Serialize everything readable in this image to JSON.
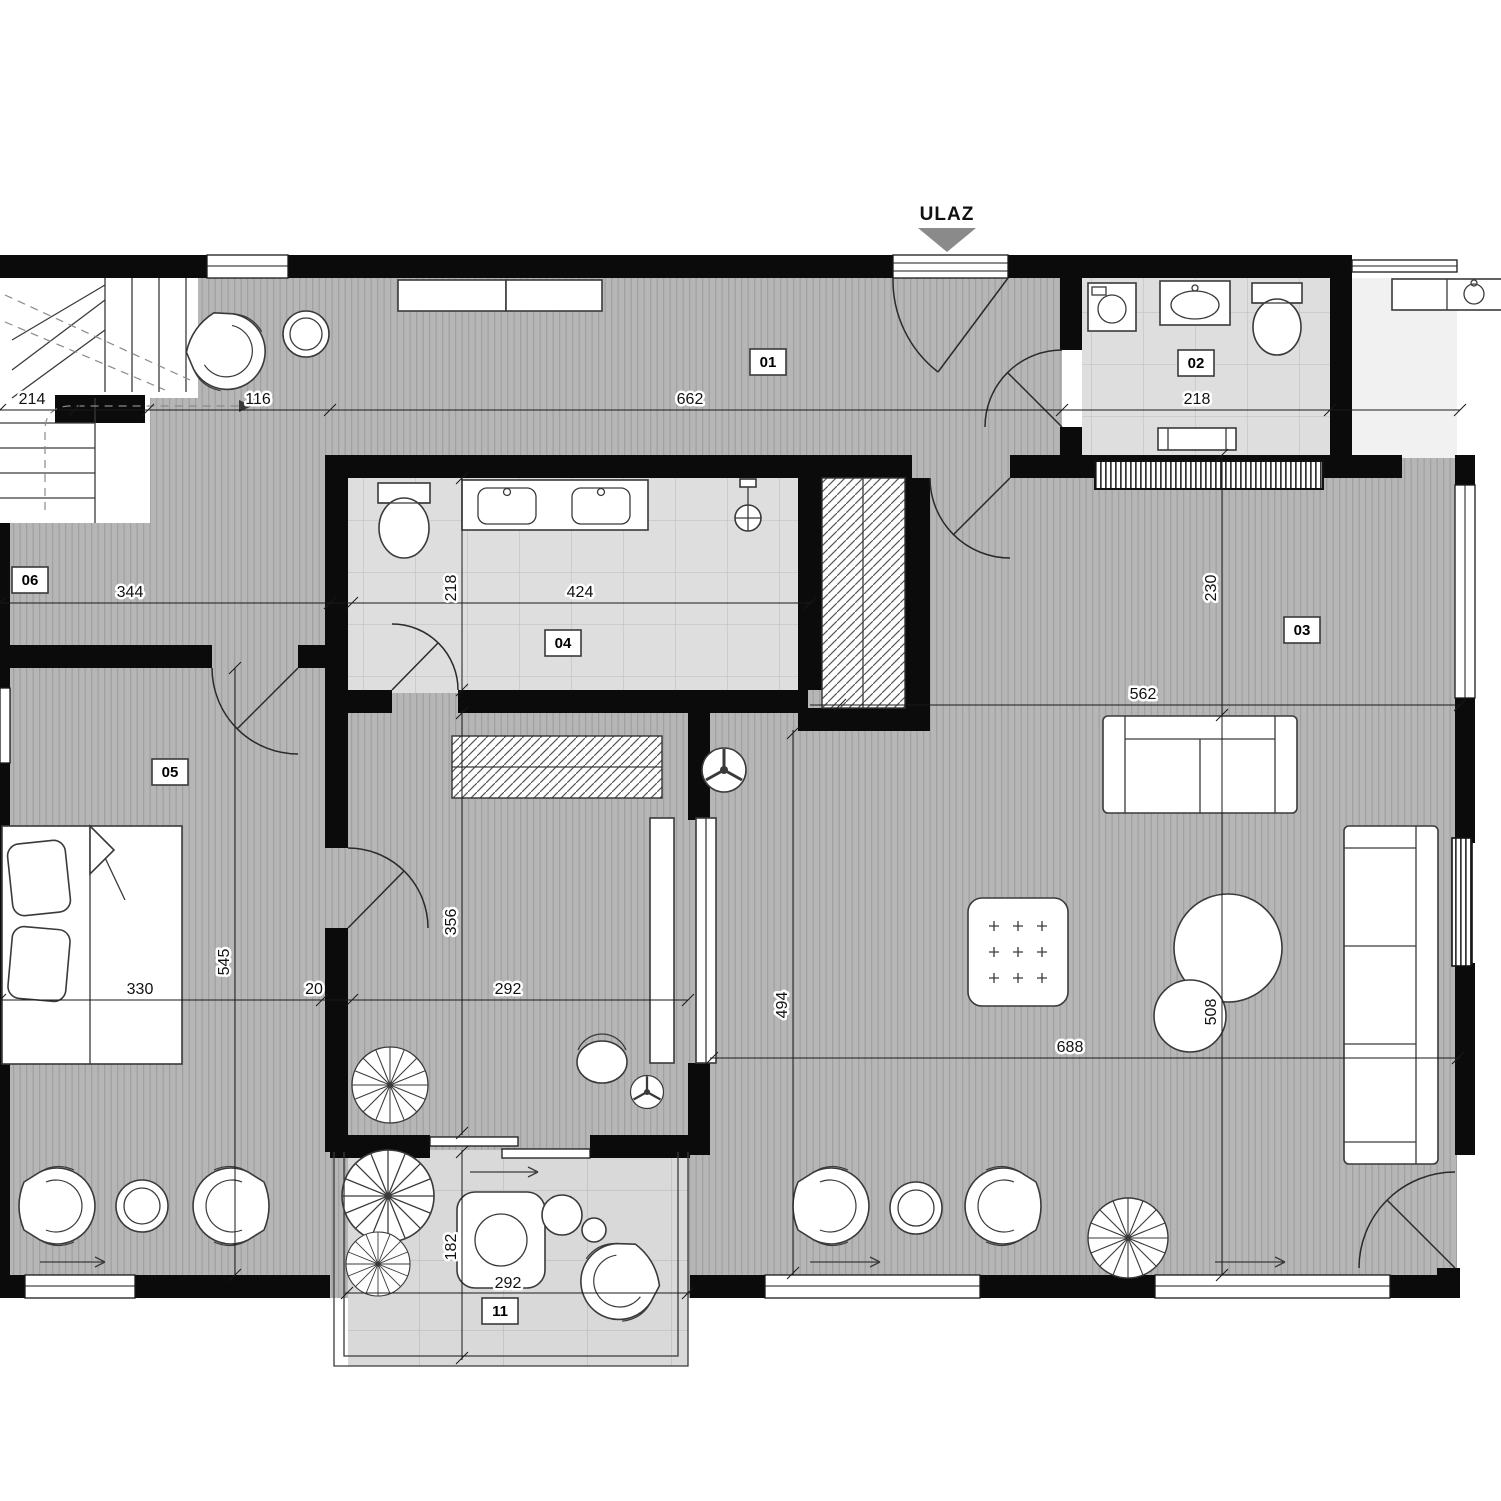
{
  "entrance": {
    "label": "ULAZ"
  },
  "rooms": {
    "r01": "01",
    "r02": "02",
    "r03": "03",
    "r04": "04",
    "r05": "05",
    "r06": "06",
    "r11": "11"
  },
  "dims": {
    "d214": "214",
    "d116": "116",
    "d662": "662",
    "d218a": "218",
    "d344": "344",
    "d218b": "218",
    "d424": "424",
    "d230": "230",
    "d562": "562",
    "d545": "545",
    "d356": "356",
    "d330": "330",
    "d20": "20",
    "d292a": "292",
    "d494": "494",
    "d508": "508",
    "d688": "688",
    "d182": "182",
    "d292b": "292"
  },
  "colors": {
    "wall": "#0b0b0b",
    "wood_floor": "#b6b6b6",
    "tile_floor": "#dedede",
    "entrance_arrow": "#8a8a8a"
  }
}
